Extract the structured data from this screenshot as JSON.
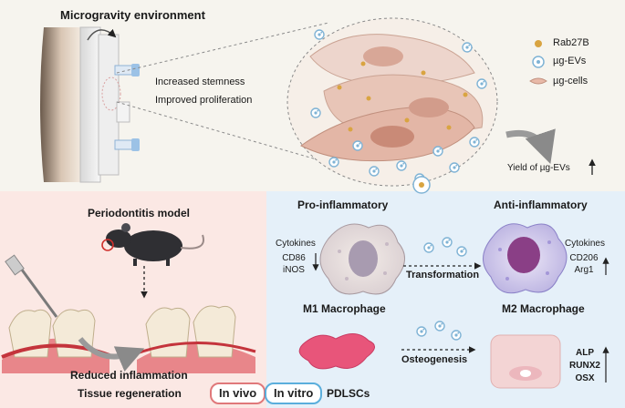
{
  "top_panel": {
    "title": "Microgravity environment",
    "effects": [
      "Increased stemness",
      "Improved proliferation"
    ],
    "yield_label": "Yield of µg-EVs",
    "legend": [
      {
        "label": "Rab27B",
        "icon": "dot-icon",
        "color": "#d9a441"
      },
      {
        "label": "µg-EVs",
        "icon": "vesicle-icon",
        "color": "#7fb3d5"
      },
      {
        "label": "µg-cells",
        "icon": "cell-icon",
        "color": "#e8b9a8"
      }
    ]
  },
  "in_vivo_panel": {
    "title": "Periodontitis model",
    "outcomes": [
      "Reduced inflammation",
      "Tissue regeneration"
    ],
    "badge": "In vivo",
    "badge_color": "#e0787a"
  },
  "in_vitro_panel": {
    "badge": "In vitro",
    "badge_color": "#5aaedc",
    "pro_title": "Pro-inflammatory",
    "anti_title": "Anti-inflammatory",
    "m1": {
      "cytokine_heading": "Cytokines",
      "markers": [
        "CD86",
        "iNOS"
      ],
      "label": "M1 Macrophage"
    },
    "m2": {
      "cytokine_heading": "Cytokines",
      "markers": [
        "CD206",
        "Arg1"
      ],
      "label": "M2 Macrophage"
    },
    "transformation_label": "Transformation",
    "osteogenesis_label": "Osteogenesis",
    "pdlsc_label": "PDLSCs",
    "markers": [
      "ALP",
      "RUNX2",
      "OSX"
    ]
  },
  "colors": {
    "top_bg": "#f6f4ee",
    "in_vivo_bg": "#fbe8e4",
    "in_vitro_bg": "#e5f0f9"
  }
}
